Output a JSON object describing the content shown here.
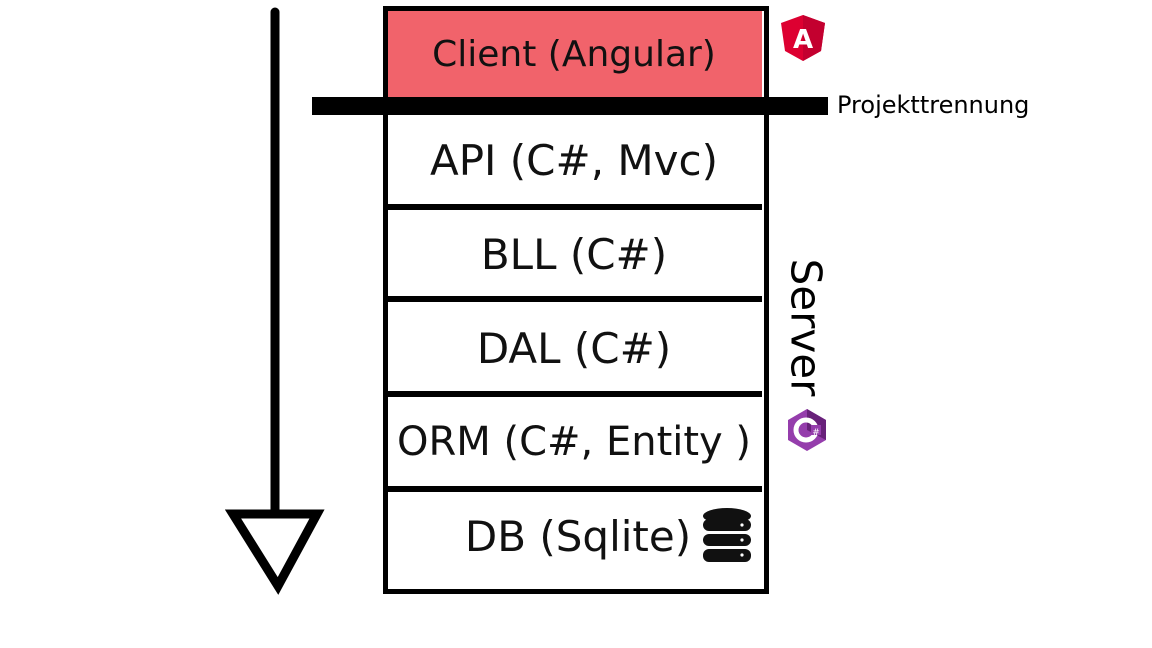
{
  "layers": {
    "client": "Client (Angular)",
    "api": "API (C#, Mvc)",
    "bll": "BLL (C#)",
    "dal": "DAL (C#)",
    "orm": "ORM (C#, Entity )",
    "db": "DB (Sqlite)"
  },
  "separator_label": "Projekttrennung",
  "server_label": "Server",
  "angular_logo_letter": "A",
  "colors": {
    "client_fill": "#f1636b",
    "angular_red": "#dd0031",
    "csharp_purple": "#953dac"
  }
}
